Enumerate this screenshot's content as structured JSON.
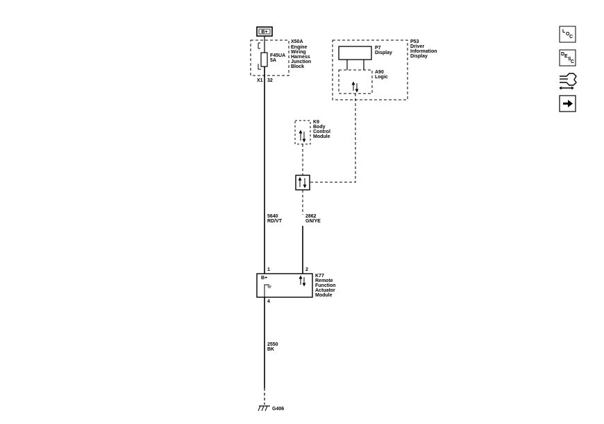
{
  "power": {
    "label": "B+"
  },
  "junction_block": {
    "lines": [
      "X50A",
      "Engine",
      "Wiring",
      "Harness",
      "Junction",
      "Block"
    ],
    "fuse": {
      "id": "F45UA",
      "rating": "5A"
    },
    "connector": "X1",
    "pin": "32"
  },
  "driver_info_display": {
    "lines": [
      "P53",
      "Driver",
      "Information",
      "Display"
    ],
    "display": {
      "id": "P7",
      "name": "Display"
    },
    "logic": {
      "id": "A90",
      "name": "Logic"
    }
  },
  "bcm": {
    "lines": [
      "K9",
      "Body",
      "Control",
      "Module"
    ]
  },
  "wires": {
    "power_wire": {
      "circuit": "5640",
      "color": "RD/VT"
    },
    "data_wire": {
      "circuit": "2862",
      "color": "GN/YE"
    },
    "ground_wire": {
      "circuit": "2550",
      "color": "BK"
    }
  },
  "actuator_module": {
    "lines": [
      "K77",
      "Remote",
      "Function",
      "Actuator",
      "Module"
    ],
    "pin_power": "1",
    "pin_data": "2",
    "pin_ground": "4",
    "internal_label": "B+"
  },
  "ground": {
    "id": "G406"
  },
  "side_toolbar": {
    "loc_letters": [
      "L",
      "O",
      "C"
    ],
    "desc_letters": [
      "D",
      "E",
      "S",
      "C"
    ],
    "connector_icon": "connector-icon",
    "next_icon": "arrow-right-icon"
  }
}
